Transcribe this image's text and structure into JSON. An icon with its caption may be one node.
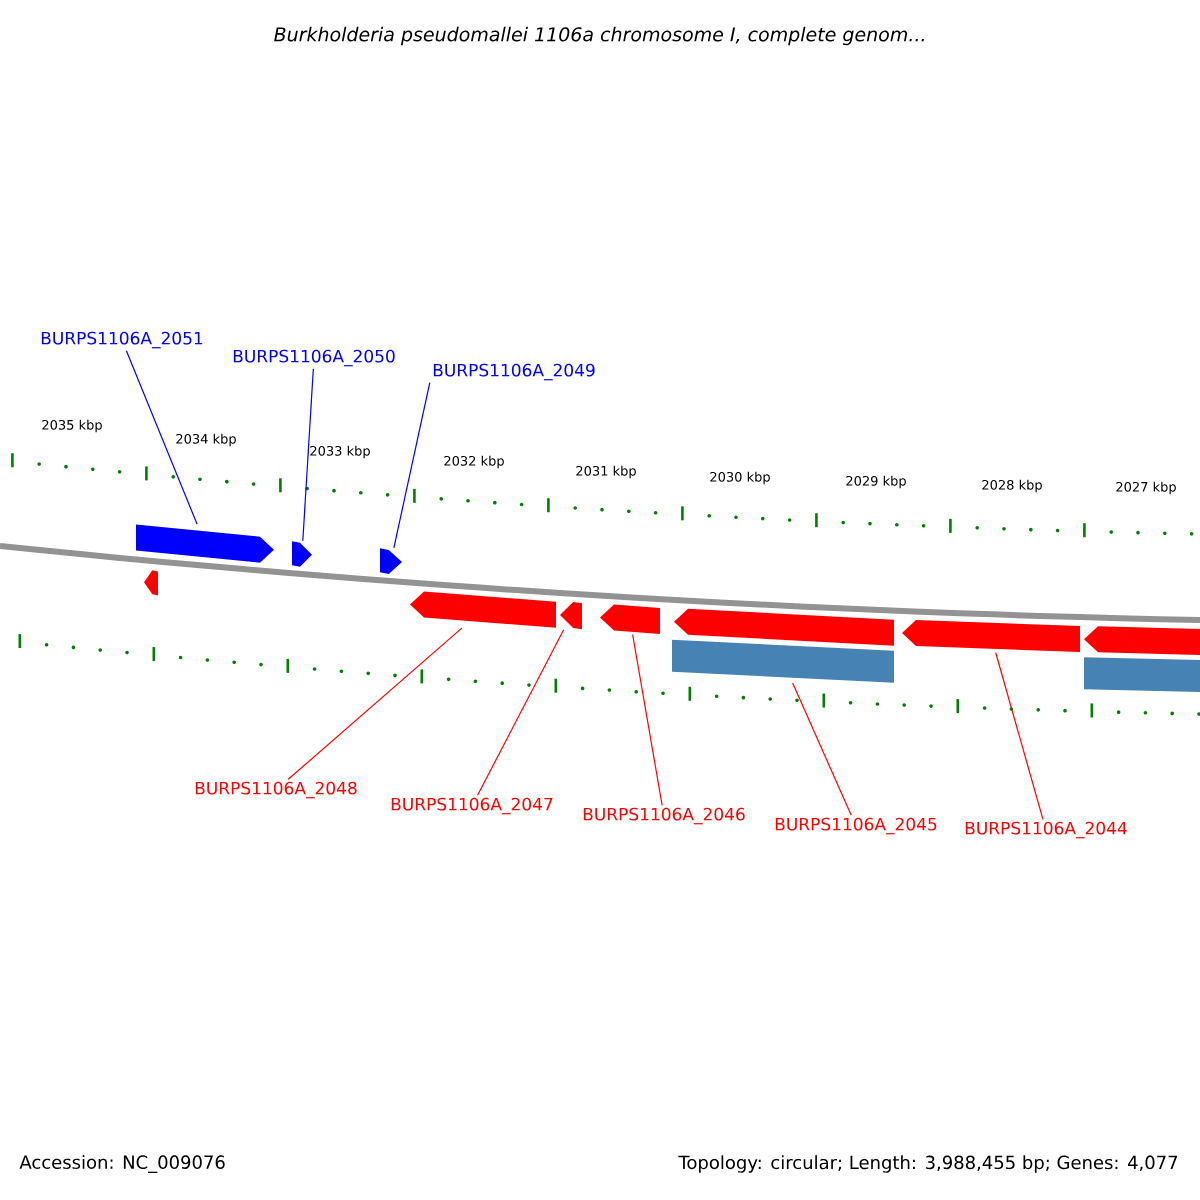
{
  "diagram": {
    "title": "Burkholderia pseudomallei 1106a chromosome I, complete genom...",
    "nodes": [
      {
        "text": [
          "BURPS1106A_2051"
        ]
      },
      {
        "text": [
          "BURPS1106A_2050"
        ]
      },
      {
        "text": [
          "BURPS1106A_2049"
        ]
      },
      {
        "text": [
          "BURPS1106A_2048"
        ]
      },
      {
        "text": [
          "BURPS1106A_2047"
        ]
      },
      {
        "text": [
          "BURPS1106A_2046"
        ]
      },
      {
        "text": [
          "BURPS1106A_2045"
        ]
      },
      {
        "text": [
          "BURPS1106A_2044"
        ]
      },
      {
        "text": [],
        "shape": "box"
      },
      {
        "text": [],
        "shape": "box"
      },
      {
        "text": [],
        "shape": "box"
      },
      {
        "text": [],
        "shape": "box"
      },
      {
        "text": [],
        "shape": "box"
      },
      {
        "text": [],
        "shape": "box"
      },
      {
        "text": [],
        "shape": "box"
      },
      {
        "text": [],
        "shape": "box"
      },
      {
        "text": [],
        "shape": "box"
      },
      {
        "text": [],
        "shape": "box"
      },
      {
        "text": [],
        "shape": "bar"
      },
      {
        "text": [],
        "shape": "bar"
      }
    ],
    "edges": [
      {
        "from": 0,
        "to": 8,
        "arrow": "none",
        "color": "#0000ff"
      },
      {
        "from": 1,
        "to": 9,
        "arrow": "none",
        "color": "#0000ff"
      },
      {
        "from": 2,
        "to": 10,
        "arrow": "none",
        "color": "#0000ff"
      },
      {
        "from": 3,
        "to": 12,
        "arrow": "none"
      },
      {
        "from": 4,
        "to": 13,
        "arrow": "none"
      },
      {
        "from": 5,
        "to": 14,
        "arrow": "none"
      },
      {
        "from": 6,
        "to": 18,
        "arrow": "none"
      },
      {
        "from": 7,
        "to": 16,
        "arrow": "none"
      }
    ],
    "labels": [
      "2035 kbp",
      "2034 kbp",
      "2033 kbp",
      "2032 kbp",
      "2031 kbp",
      "2030 kbp",
      "2029 kbp",
      "2028 kbp",
      "2027 kbp",
      "Accession: NC_009076",
      "Topology: circular; Length: 3,988,455 bp; Genes: 4,077"
    ]
  }
}
